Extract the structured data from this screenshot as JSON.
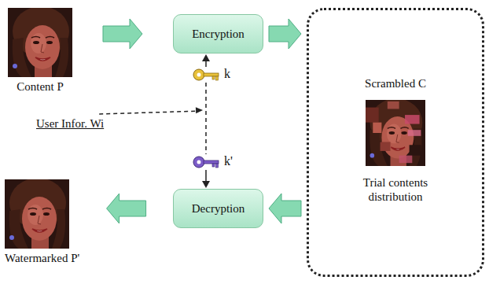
{
  "diagram": {
    "nodes": [
      {
        "text": [
          "Content P"
        ]
      },
      {
        "text": [
          "Encryption"
        ]
      },
      {
        "text": [
          "k"
        ]
      },
      {
        "text": [
          "Scrambled C",
          "Trial contents distribution"
        ]
      },
      {
        "text": [
          "k'"
        ]
      },
      {
        "text": [
          "Decryption"
        ]
      },
      {
        "text": [
          "Watermarked P'"
        ]
      }
    ],
    "edges": [
      {
        "from": 0,
        "to": 1,
        "arrow": "to"
      },
      {
        "from": 1,
        "to": 3,
        "arrow": "to"
      },
      {
        "from": 2,
        "to": 1,
        "arrow": "to"
      },
      {
        "from": 2,
        "to": 4,
        "arrow": "none"
      },
      {
        "from": 4,
        "to": 5,
        "arrow": "to"
      },
      {
        "from": 3,
        "to": 5,
        "arrow": "to"
      },
      {
        "from": 5,
        "to": 6,
        "arrow": "to"
      }
    ],
    "labels": [
      "User Infor. Wi"
    ]
  }
}
